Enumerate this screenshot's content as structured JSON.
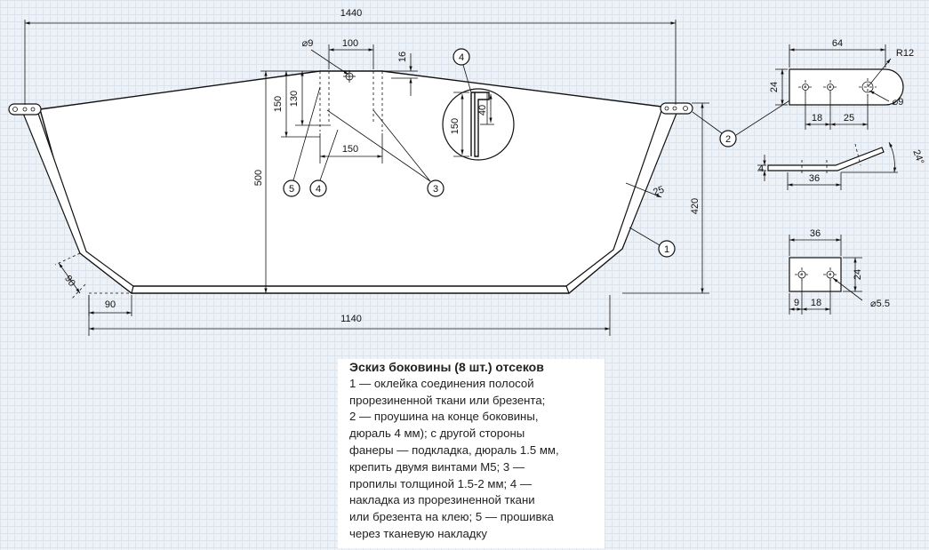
{
  "dimensions": {
    "total_width": "1440",
    "bottom_width": "1140",
    "height_center": "500",
    "height_side": "420",
    "corner_x": "90",
    "corner_diag": "90",
    "slot_width": "100",
    "slot_hole": "⌀9",
    "slot_depth": "16",
    "slot_h1": "150",
    "slot_h2": "130",
    "slot_pad_width": "150",
    "strip_width": "25",
    "detail_h": "150",
    "detail_gap": "40",
    "lug_len": "64",
    "lug_radius": "R12",
    "lug_h": "24",
    "lug_d1": "18",
    "lug_d2": "25",
    "lug_hole": "⌀9",
    "lug_thick": "4",
    "lug_bend_len": "36",
    "lug_angle": "24°",
    "plate_len": "36",
    "plate_h": "24",
    "plate_d1": "9",
    "plate_d2": "18",
    "plate_hole": "⌀5.5"
  },
  "callouts": {
    "c1": "1",
    "c2": "2",
    "c3": "3",
    "c4": "4",
    "c4b": "4",
    "c5": "5"
  },
  "caption": {
    "title": "Эскиз боковины (8 шт.) отсеков",
    "body": "1 — оклейка соединения полосой\nпрорезиненной ткани или брезента;\n2 — проушина на конце боковины,\nдюраль 4 мм); с другой стороны\nфанеры — подкладка, дюраль 1.5 мм,\nкрепить двумя винтами М5; 3 —\nпропилы толщиной 1.5-2 мм; 4 —\nнакладка из прорезиненной ткани\nили брезента на клею; 5 — прошивка\nчерез тканевую накладку"
  }
}
